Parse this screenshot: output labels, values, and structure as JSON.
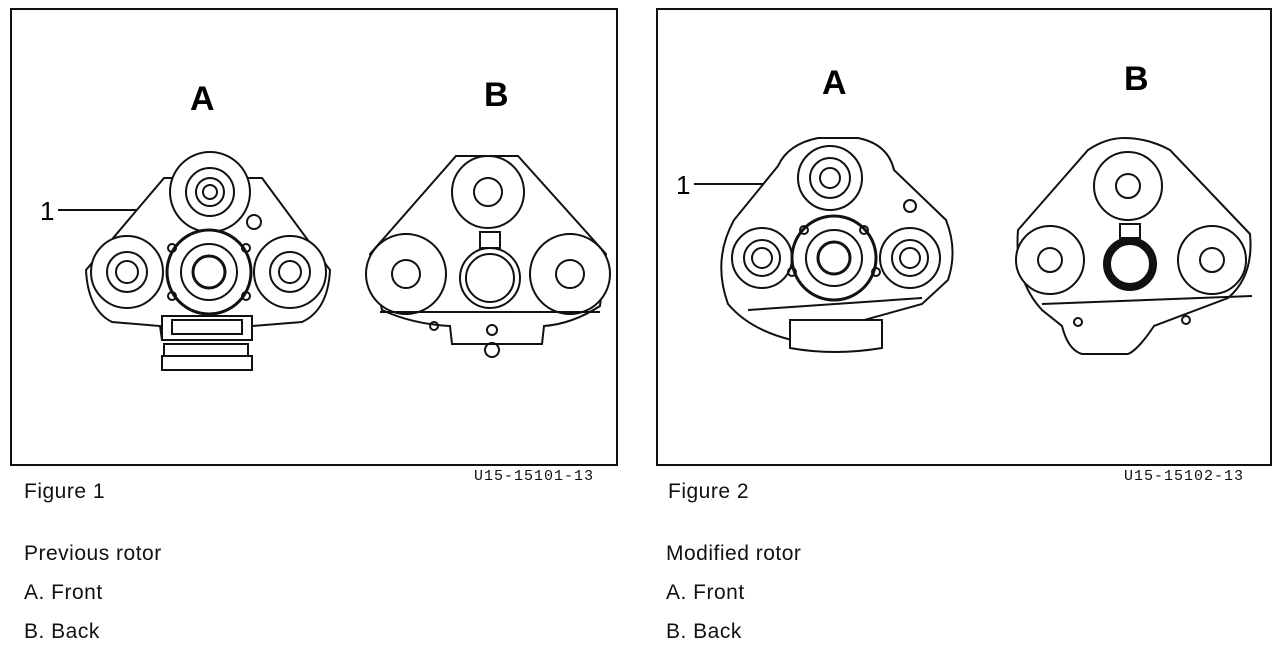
{
  "figure1": {
    "view_a_label": "A",
    "view_b_label": "B",
    "callout": "1",
    "code": "U15-15101-13",
    "caption": "Figure 1",
    "title": "Previous rotor",
    "item_a": "A. Front",
    "item_b": "B. Back"
  },
  "figure2": {
    "view_a_label": "A",
    "view_b_label": "B",
    "callout": "1",
    "code": "U15-15102-13",
    "caption": "Figure 2",
    "title": "Modified rotor",
    "item_a": "A. Front",
    "item_b": "B. Back"
  }
}
